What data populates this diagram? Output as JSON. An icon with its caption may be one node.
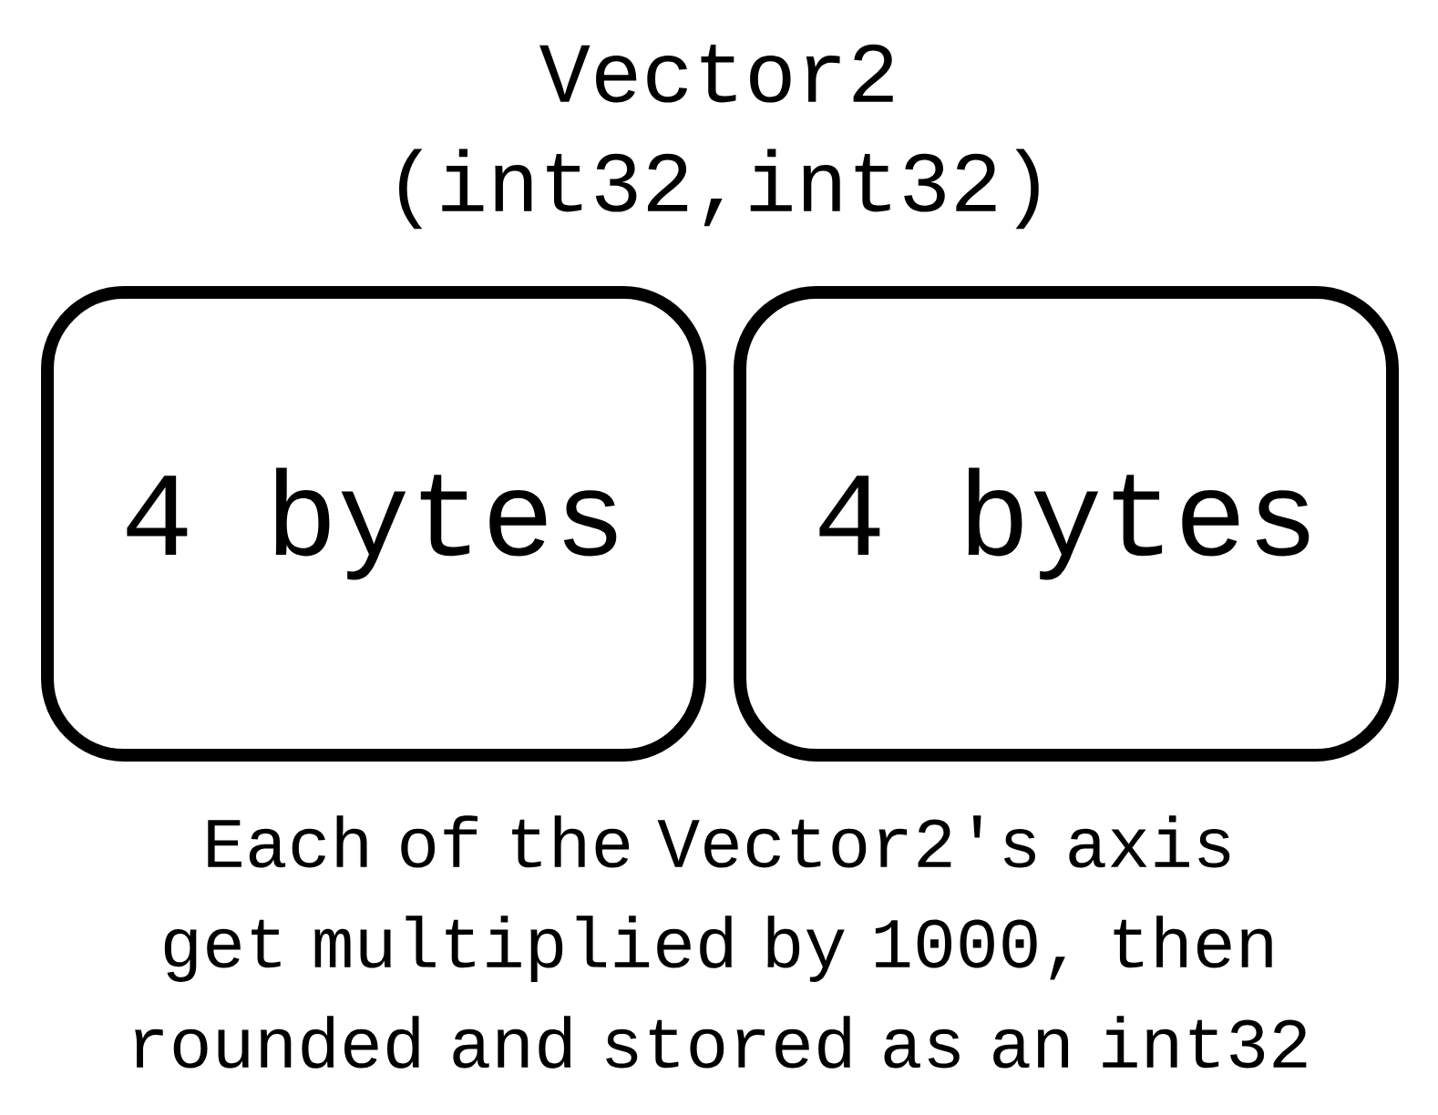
{
  "diagram": {
    "title": "Vector2 (int32,int32)",
    "nodes": [
      {
        "text": [
          "4 bytes"
        ]
      },
      {
        "text": [
          "4 bytes"
        ]
      }
    ],
    "caption": "Each of the Vector2's axis get multiplied by 1000, then rounded and stored as an int32"
  }
}
